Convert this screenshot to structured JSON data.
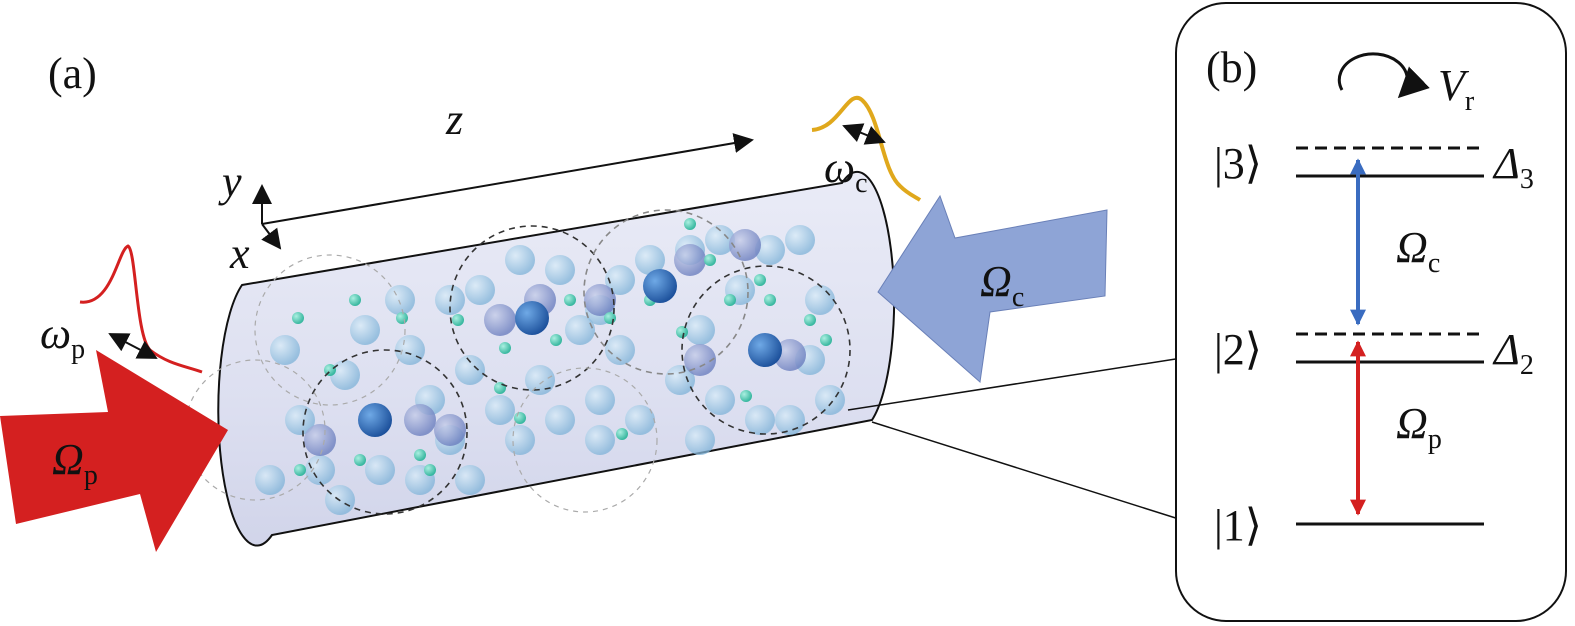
{
  "panel_a": {
    "label": "(a)",
    "axes": {
      "z": "z",
      "y": "y",
      "x": "x"
    },
    "probe": {
      "symbol": "Ω",
      "sub": "p",
      "freq_symbol": "ω",
      "freq_sub": "p",
      "color": "#d42020"
    },
    "control": {
      "symbol": "Ω",
      "sub": "c",
      "freq_symbol": "ω",
      "freq_sub": "c",
      "color": "#8ea4d6"
    }
  },
  "panel_b": {
    "label": "(b)",
    "interaction": {
      "symbol": "V",
      "sub": "r"
    },
    "levels": [
      {
        "ket": "|3⟩",
        "detuning_symbol": "Δ",
        "detuning_sub": "3"
      },
      {
        "ket": "|2⟩",
        "detuning_symbol": "Δ",
        "detuning_sub": "2"
      },
      {
        "ket": "|1⟩"
      }
    ],
    "couplings": [
      {
        "symbol": "Ω",
        "sub": "c",
        "color": "#3a6cc0"
      },
      {
        "symbol": "Ω",
        "sub": "p",
        "color": "#d42020"
      }
    ]
  }
}
